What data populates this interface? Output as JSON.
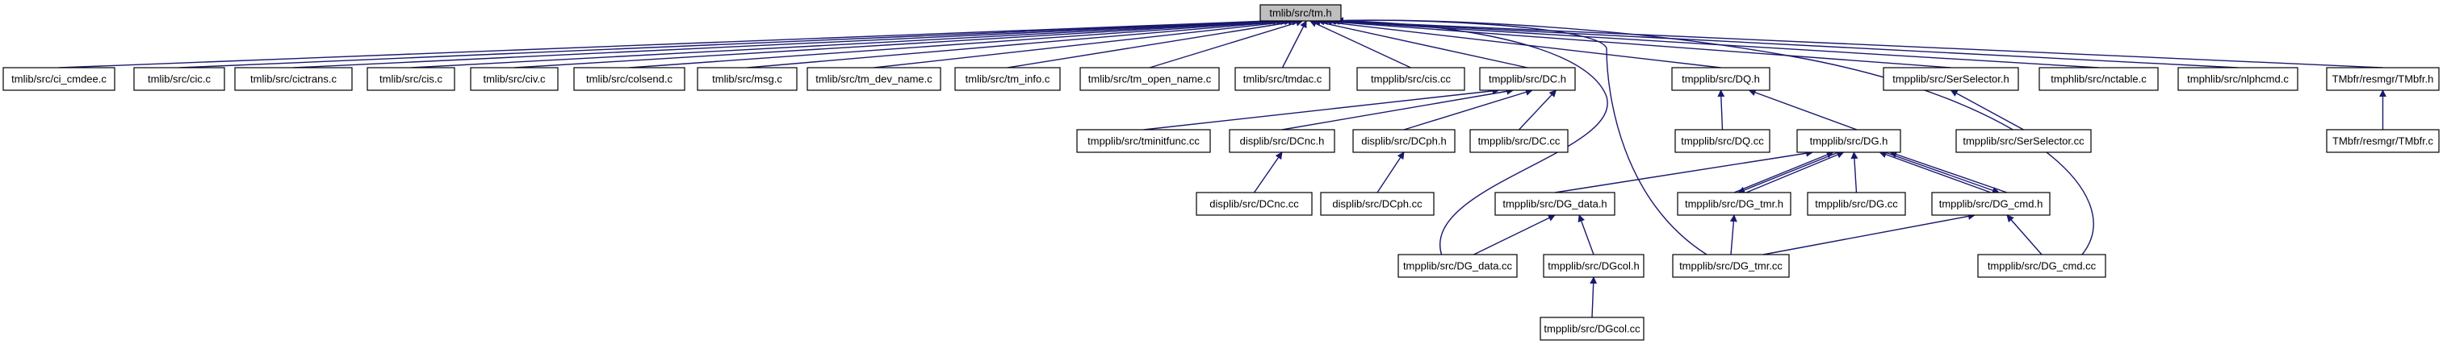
{
  "graph": {
    "edge_color": "#191970",
    "root_fill": "#bfbfbf",
    "root": "tmlib/src/tm.h",
    "nodes": {
      "tm_h": "tmlib/src/tm.h",
      "ci_cmdee": "tmlib/src/ci_cmdee.c",
      "cic": "tmlib/src/cic.c",
      "cictrans": "tmlib/src/cictrans.c",
      "cis_c": "tmlib/src/cis.c",
      "civ": "tmlib/src/civ.c",
      "colsend": "tmlib/src/colsend.c",
      "msg": "tmlib/src/msg.c",
      "tm_dev_name": "tmlib/src/tm_dev_name.c",
      "tm_info": "tmlib/src/tm_info.c",
      "tm_open_name": "tmlib/src/tm_open_name.c",
      "tmdac": "tmlib/src/tmdac.c",
      "cis_cc": "tmpplib/src/cis.cc",
      "DC_h": "tmpplib/src/DC.h",
      "DQ_h": "tmpplib/src/DQ.h",
      "SerSelector_h": "tmpplib/src/SerSelector.h",
      "nctable": "tmphlib/src/nctable.c",
      "nlphcmd": "tmphlib/src/nlphcmd.c",
      "TMbfr_h": "TMbfr/resmgr/TMbfr.h",
      "tminitfunc": "tmpplib/src/tminitfunc.cc",
      "DCnc_h": "displib/src/DCnc.h",
      "DCph_h": "displib/src/DCph.h",
      "DC_cc": "tmpplib/src/DC.cc",
      "DQ_cc": "tmpplib/src/DQ.cc",
      "DG_h": "tmpplib/src/DG.h",
      "SerSelector_cc": "tmpplib/src/SerSelector.cc",
      "TMbfr_c": "TMbfr/resmgr/TMbfr.c",
      "DCnc_cc": "displib/src/DCnc.cc",
      "DCph_cc": "displib/src/DCph.cc",
      "DG_data_h": "tmpplib/src/DG_data.h",
      "DG_tmr_h": "tmpplib/src/DG_tmr.h",
      "DG_cc": "tmpplib/src/DG.cc",
      "DG_cmd_h": "tmpplib/src/DG_cmd.h",
      "DG_data_cc": "tmpplib/src/DG_data.cc",
      "DGcol_h": "tmpplib/src/DGcol.h",
      "DG_tmr_cc": "tmpplib/src/DG_tmr.cc",
      "DG_cmd_cc": "tmpplib/src/DG_cmd.cc",
      "DGcol_cc": "tmpplib/src/DGcol.cc"
    }
  }
}
